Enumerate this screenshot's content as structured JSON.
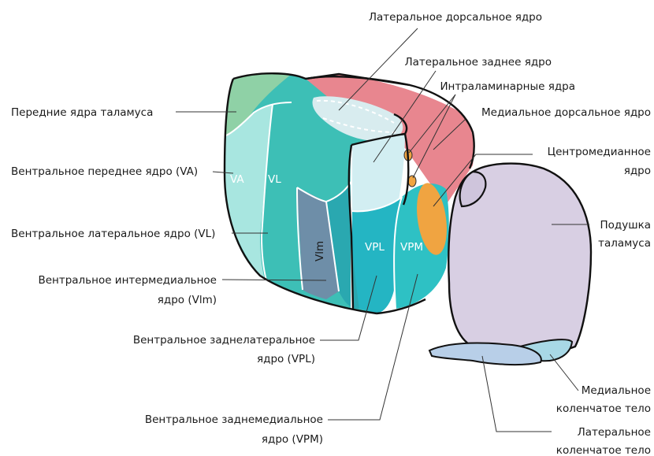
{
  "labels": {
    "lateral_dorsal": "Латеральное дорсальное ядро",
    "lateral_posterior": "Латеральное заднее ядро",
    "intralaminar": "Интраламинарные ядра",
    "medial_dorsal": "Медиальное дорсальное ядро",
    "centromedian_1": "Центромедианное",
    "centromedian_2": "ядро",
    "anterior": "Передние ядра таламуса",
    "va": "Вентральное переднее ядро (VA)",
    "vl": "Вентральное латеральное ядро (VL)",
    "vim_1": "Вентральное интермедиальное",
    "vim_2": "ядро (Vlm)",
    "vpl_1": "Вентральное заднелатеральное",
    "vpl_2": "ядро (VPL)",
    "vpm_1": "Вентральное заднемедиальное",
    "vpm_2": "ядро (VPM)",
    "pulvinar_1": "Подушка",
    "pulvinar_2": "таламуса",
    "mgb_1": "Медиальное",
    "mgb_2": "коленчатое тело",
    "lgb_1": "Латеральное",
    "lgb_2": "коленчатое тело"
  },
  "region_abbrevs": {
    "va": "VA",
    "vl": "VL",
    "vim": "Vlm",
    "vpl": "VPL",
    "vpm": "VPM"
  },
  "colors": {
    "anterior": "#8fd1a6",
    "va": "#a8e6e0",
    "vl": "#3dbfb6",
    "vim": "#6e8ea8",
    "vpl": "#24b5c3",
    "vpm": "#2ec1c4",
    "lateral_dorsal": "#d8ecef",
    "lateral_posterior": "#d2eef2",
    "medial_dorsal": "#e8868f",
    "centromedian": "#f0a441",
    "pulvinar": "#d8cfe3",
    "mgb": "#a8d8e6",
    "lgb": "#b8cfe8"
  }
}
